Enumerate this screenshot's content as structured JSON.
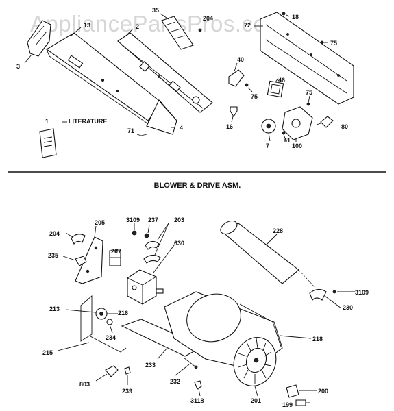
{
  "watermark": "AppliancePartsPros.com",
  "section_title": "BLOWER & DRIVE ASM.",
  "top_labels": {
    "p3": "3",
    "p13": "13",
    "p2": "2",
    "p35": "35",
    "p204top": "204",
    "p72": "72",
    "p18": "18",
    "p75a": "75",
    "p40": "40",
    "p75b": "75",
    "p46": "46",
    "p75c": "75",
    "p16": "16",
    "p1": "1",
    "literature": "LITERATURE",
    "p71": "71",
    "p4": "4",
    "p7": "7",
    "p41": "41",
    "p100": "100",
    "p80": "80"
  },
  "bottom_labels": {
    "p3109a": "3109",
    "p237": "237",
    "p203": "203",
    "p205": "205",
    "p204": "204",
    "p228": "228",
    "p630": "630",
    "p235": "235",
    "p207": "207",
    "p3109b": "3109",
    "p230": "230",
    "p213": "213",
    "p216": "216",
    "p234": "234",
    "p218": "218",
    "p215": "215",
    "p233": "233",
    "p803": "803",
    "p232": "232",
    "p239": "239",
    "p3118": "3118",
    "p201": "201",
    "p200": "200",
    "p199": "199"
  }
}
